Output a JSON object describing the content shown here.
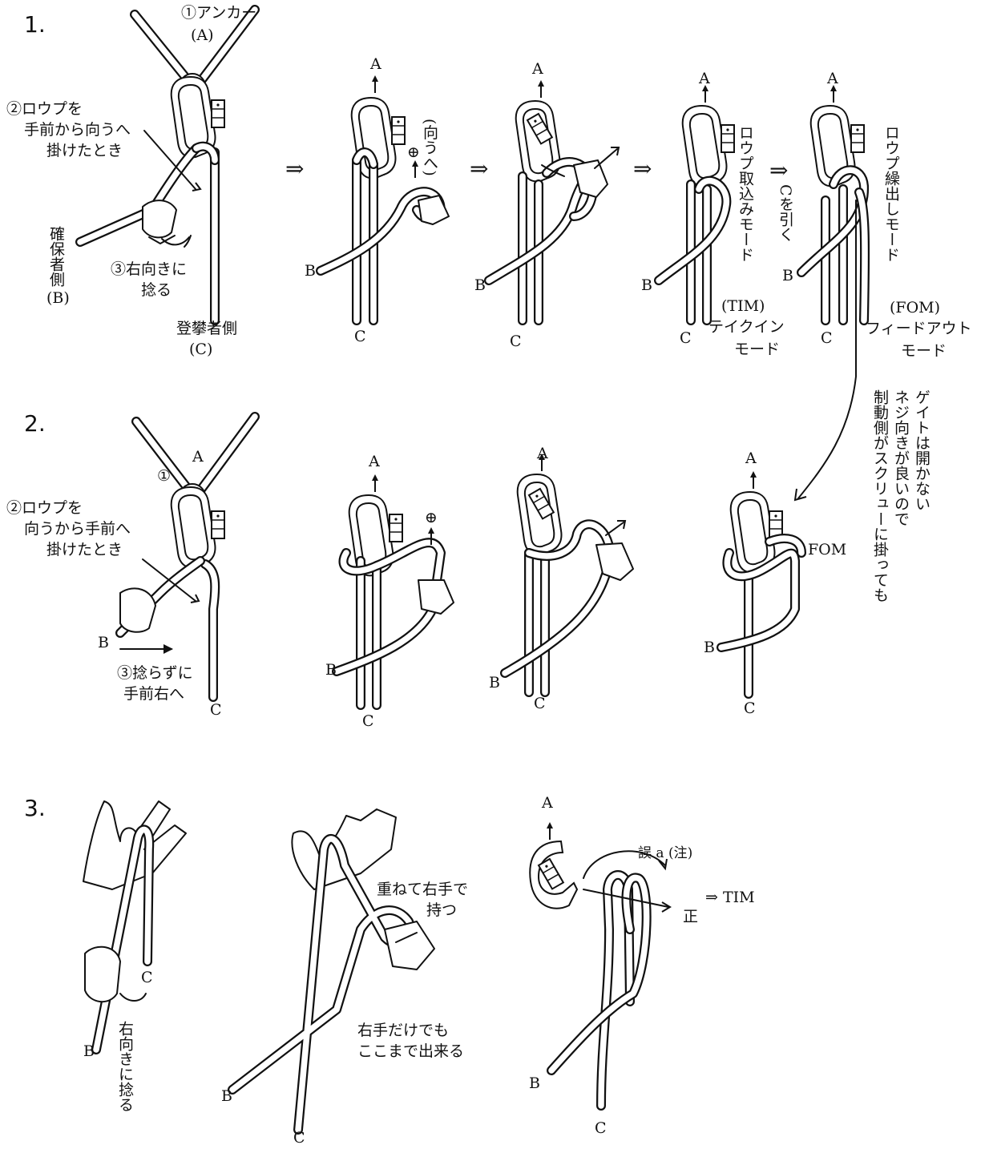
{
  "steps": {
    "s1": "1.",
    "s2": "2.",
    "s3": "3."
  },
  "row1": {
    "anchor_label": "①アンカー",
    "anchor_A": "(A)",
    "rope_label_l1": "②ロウプを",
    "rope_label_l2": "手前から向うへ",
    "rope_label_l3": "掛けたとき",
    "belayer_side": "確保者側",
    "belayer_B": "(B)",
    "twist_l1": "③右向きに",
    "twist_l2": "捻る",
    "climber_side": "登攀者側",
    "climber_C": "(C)",
    "toward_label": "(向うへ)",
    "rope_takein_mode": "ロウプ取込みモード",
    "pull_C": "Cを引く",
    "tim_abbr": "(TIM)",
    "tim_l1": "テイクイン",
    "tim_l2": "モード",
    "rope_feedout_mode": "ロウプ繰出しモード",
    "fom_abbr": "(FOM)",
    "fom_l1": "フィードアウト",
    "fom_l2": "モード"
  },
  "row2": {
    "rope_label_l1": "②ロウプを",
    "rope_label_l2": "向うから手前へ",
    "rope_label_l3": "掛けたとき",
    "no_twist_l1": "③捻らずに",
    "no_twist_l2": "手前右へ",
    "fom": "FOM",
    "note_col1": "ゲイトは開かない",
    "note_col2": "ネジ向きが良いので",
    "note_col3": "制動側がスクリューに掛っても"
  },
  "row3": {
    "twist_right": "右向きに捻る",
    "overlap_l1": "重ねて右手で",
    "overlap_l2": "持つ",
    "right_only_l1": "右手だけでも",
    "right_only_l2": "ここまで出来る",
    "wrong": "誤 a (注)",
    "correct": "正",
    "result": "⇒ TIM"
  },
  "letters": {
    "A": "A",
    "B": "B",
    "C": "C",
    "circle1": "①",
    "plus": "⊕",
    "arrow": "⇒"
  }
}
